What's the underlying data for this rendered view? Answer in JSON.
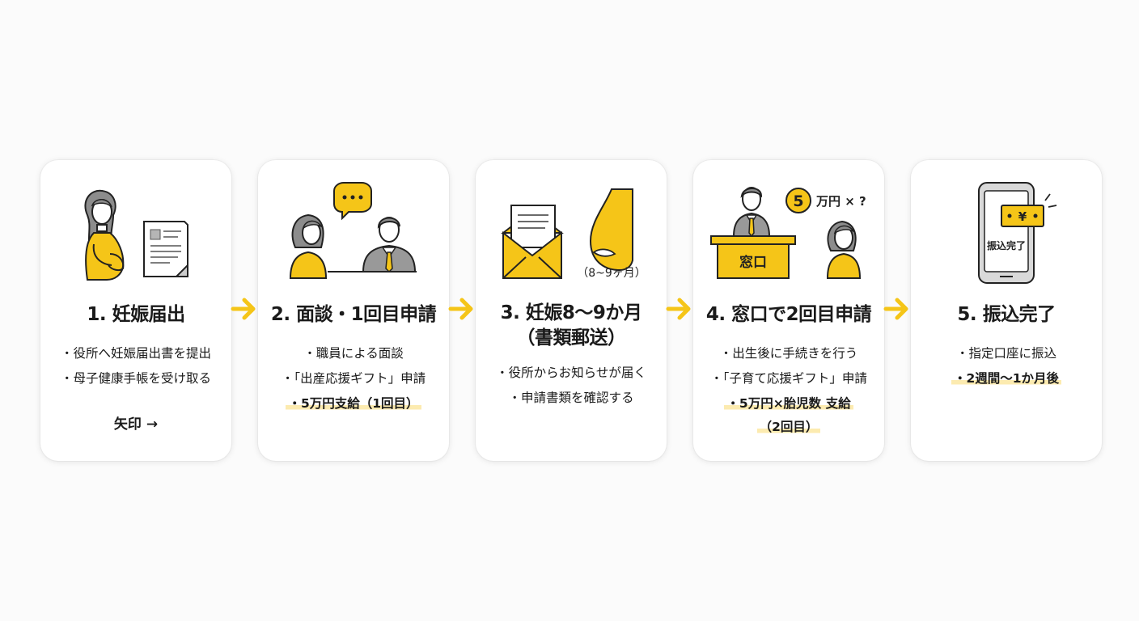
{
  "colors": {
    "accent": "#f5c518",
    "text": "#1a1a1a",
    "card": "#ffffff",
    "highlight": "#fcebb0"
  },
  "arrows": [
    "arrow-right-icon",
    "arrow-right-icon",
    "arrow-right-icon",
    "arrow-right-icon"
  ],
  "steps": [
    {
      "title": "1. 妊娠届出",
      "bullets": [
        "・役所へ妊娠届出書を提出",
        "・母子健康手帳を受け取る"
      ],
      "extra": "矢印 →"
    },
    {
      "title": "2. 面談・1回目申請",
      "bullets": [
        "・職員による面談",
        "・「出産応援ギフト」申請"
      ],
      "highlight": "・5万円支給（1回目）"
    },
    {
      "title_line1": "3. 妊娠8〜9か月",
      "title_line2": "（書類郵送）",
      "illus_note": "（8~9ヶ月）",
      "bullets": [
        "・役所からお知らせが届く",
        "・申請書類を確認する"
      ]
    },
    {
      "title": "4. 窓口で2回目申請",
      "bullets": [
        "・出生後に手続きを行う",
        "・「子育て応援ギフト」申請"
      ],
      "highlight": "・5万円×胎児数 支給",
      "highlight2": "（2回目）",
      "counter_label": "窓口",
      "badge_number": "5",
      "badge_text": "万円 × ?"
    },
    {
      "title": "5. 振込完了",
      "bullets": [
        "・指定口座に振込"
      ],
      "highlight": "・2週間〜1か月後",
      "phone_text": "振込完了",
      "yen": "¥"
    }
  ]
}
